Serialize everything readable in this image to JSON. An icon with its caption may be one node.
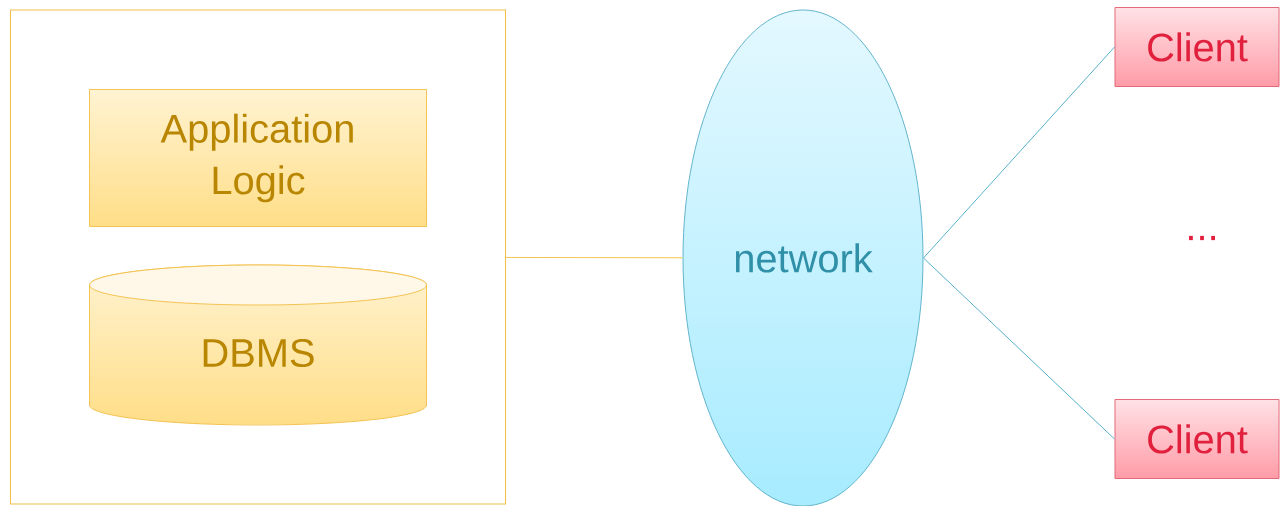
{
  "diagram": {
    "nodes": [
      {
        "text": [],
        "shape": "box"
      },
      {
        "text": [
          "Application Logic"
        ],
        "in": 0
      },
      {
        "text": [
          "DBMS"
        ],
        "in": 0
      },
      {
        "text": [
          "network"
        ]
      },
      {
        "text": [
          "Client"
        ]
      },
      {
        "text": [
          "Client"
        ]
      }
    ],
    "edges": [
      {
        "from": 0,
        "to": 3,
        "arrow": "none",
        "color": "#f2c04a"
      },
      {
        "from": 3,
        "to": 4,
        "arrow": "none"
      },
      {
        "from": 3,
        "to": 5,
        "arrow": "none"
      }
    ],
    "labels": [
      "..."
    ]
  }
}
